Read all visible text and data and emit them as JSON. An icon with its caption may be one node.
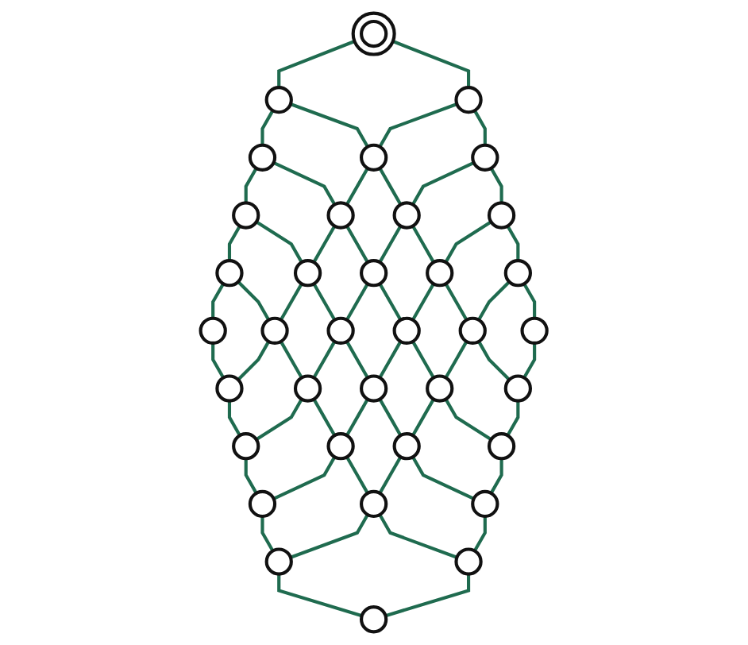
{
  "diagram": {
    "nodes": [
      {
        "text": [],
        "shape": "circle"
      },
      {
        "text": [],
        "shape": "circle"
      },
      {
        "text": [],
        "shape": "circle"
      },
      {
        "text": [],
        "shape": "circle"
      },
      {
        "text": [],
        "shape": "circle"
      },
      {
        "text": [],
        "shape": "circle"
      },
      {
        "text": [],
        "shape": "circle"
      },
      {
        "text": [],
        "shape": "circle"
      },
      {
        "text": [],
        "shape": "circle"
      },
      {
        "text": [],
        "shape": "circle"
      },
      {
        "text": [],
        "shape": "circle"
      },
      {
        "text": [],
        "shape": "circle"
      },
      {
        "text": [],
        "shape": "circle"
      },
      {
        "text": [],
        "shape": "circle"
      },
      {
        "text": [],
        "shape": "circle"
      },
      {
        "text": [],
        "shape": "circle"
      },
      {
        "text": [],
        "shape": "circle"
      },
      {
        "text": [],
        "shape": "circle"
      },
      {
        "text": [],
        "shape": "circle"
      },
      {
        "text": [],
        "shape": "circle"
      },
      {
        "text": [],
        "shape": "circle"
      },
      {
        "text": [],
        "shape": "circle"
      },
      {
        "text": [],
        "shape": "circle"
      },
      {
        "text": [],
        "shape": "circle"
      },
      {
        "text": [],
        "shape": "circle"
      },
      {
        "text": [],
        "shape": "circle"
      },
      {
        "text": [],
        "shape": "circle"
      },
      {
        "text": [],
        "shape": "circle"
      },
      {
        "text": [],
        "shape": "circle"
      },
      {
        "text": [],
        "shape": "circle"
      },
      {
        "text": [],
        "shape": "circle"
      },
      {
        "text": [],
        "shape": "circle"
      },
      {
        "text": [],
        "shape": "circle"
      },
      {
        "text": [],
        "shape": "circle"
      },
      {
        "text": [],
        "shape": "circle"
      },
      {
        "text": [],
        "shape": "circle"
      }
    ],
    "edges": [
      {
        "from": 0,
        "to": 1,
        "arrow": "none"
      },
      {
        "from": 1,
        "to": 2,
        "arrow": "none"
      },
      {
        "from": 2,
        "to": 3,
        "arrow": "none"
      },
      {
        "from": 3,
        "to": 4,
        "arrow": "none"
      },
      {
        "from": 4,
        "to": 5,
        "arrow": "none"
      },
      {
        "from": 6,
        "to": 7,
        "arrow": "none"
      },
      {
        "from": 7,
        "to": 8,
        "arrow": "none"
      },
      {
        "from": 8,
        "to": 9,
        "arrow": "none"
      },
      {
        "from": 9,
        "to": 10,
        "arrow": "none"
      },
      {
        "from": 10,
        "to": 11,
        "arrow": "none"
      },
      {
        "from": 12,
        "to": 13,
        "arrow": "none"
      },
      {
        "from": 13,
        "to": 14,
        "arrow": "none"
      },
      {
        "from": 14,
        "to": 15,
        "arrow": "none"
      },
      {
        "from": 15,
        "to": 16,
        "arrow": "none"
      },
      {
        "from": 16,
        "to": 17,
        "arrow": "none"
      },
      {
        "from": 18,
        "to": 19,
        "arrow": "none"
      },
      {
        "from": 19,
        "to": 20,
        "arrow": "none"
      },
      {
        "from": 20,
        "to": 21,
        "arrow": "none"
      },
      {
        "from": 21,
        "to": 22,
        "arrow": "none"
      },
      {
        "from": 22,
        "to": 23,
        "arrow": "none"
      },
      {
        "from": 24,
        "to": 25,
        "arrow": "none"
      },
      {
        "from": 25,
        "to": 26,
        "arrow": "none"
      },
      {
        "from": 26,
        "to": 27,
        "arrow": "none"
      },
      {
        "from": 27,
        "to": 28,
        "arrow": "none"
      },
      {
        "from": 28,
        "to": 29,
        "arrow": "none"
      },
      {
        "from": 30,
        "to": 31,
        "arrow": "none"
      },
      {
        "from": 31,
        "to": 32,
        "arrow": "none"
      },
      {
        "from": 32,
        "to": 33,
        "arrow": "none"
      },
      {
        "from": 33,
        "to": 34,
        "arrow": "none"
      },
      {
        "from": 34,
        "to": 35,
        "arrow": "none"
      },
      {
        "from": 0,
        "to": 6,
        "arrow": "none"
      },
      {
        "from": 6,
        "to": 12,
        "arrow": "none"
      },
      {
        "from": 12,
        "to": 18,
        "arrow": "none"
      },
      {
        "from": 18,
        "to": 24,
        "arrow": "none"
      },
      {
        "from": 24,
        "to": 30,
        "arrow": "none"
      },
      {
        "from": 1,
        "to": 7,
        "arrow": "none"
      },
      {
        "from": 7,
        "to": 13,
        "arrow": "none"
      },
      {
        "from": 13,
        "to": 19,
        "arrow": "none"
      },
      {
        "from": 19,
        "to": 25,
        "arrow": "none"
      },
      {
        "from": 25,
        "to": 31,
        "arrow": "none"
      },
      {
        "from": 2,
        "to": 8,
        "arrow": "none"
      },
      {
        "from": 8,
        "to": 14,
        "arrow": "none"
      },
      {
        "from": 14,
        "to": 20,
        "arrow": "none"
      },
      {
        "from": 20,
        "to": 26,
        "arrow": "none"
      },
      {
        "from": 26,
        "to": 32,
        "arrow": "none"
      },
      {
        "from": 3,
        "to": 9,
        "arrow": "none"
      },
      {
        "from": 9,
        "to": 15,
        "arrow": "none"
      },
      {
        "from": 15,
        "to": 21,
        "arrow": "none"
      },
      {
        "from": 21,
        "to": 27,
        "arrow": "none"
      },
      {
        "from": 27,
        "to": 33,
        "arrow": "none"
      },
      {
        "from": 4,
        "to": 10,
        "arrow": "none"
      },
      {
        "from": 10,
        "to": 16,
        "arrow": "none"
      },
      {
        "from": 16,
        "to": 22,
        "arrow": "none"
      },
      {
        "from": 22,
        "to": 28,
        "arrow": "none"
      },
      {
        "from": 28,
        "to": 34,
        "arrow": "none"
      },
      {
        "from": 5,
        "to": 11,
        "arrow": "none"
      },
      {
        "from": 11,
        "to": 17,
        "arrow": "none"
      },
      {
        "from": 17,
        "to": 23,
        "arrow": "none"
      },
      {
        "from": 23,
        "to": 29,
        "arrow": "none"
      },
      {
        "from": 29,
        "to": 35,
        "arrow": "none"
      }
    ]
  }
}
